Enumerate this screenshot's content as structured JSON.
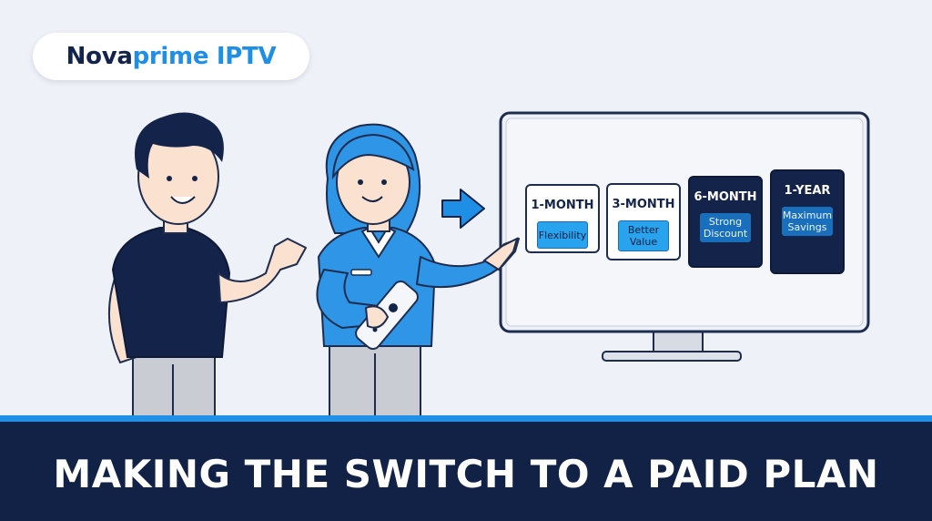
{
  "brand": {
    "name_part1": "Nova",
    "name_part2": "prime IPTV"
  },
  "plans": [
    {
      "title": "1-MONTH",
      "badge": "Flexibility",
      "style": "light"
    },
    {
      "title": "3-MONTH",
      "badge": "Better Value",
      "style": "light"
    },
    {
      "title": "6-MONTH",
      "badge": "Strong Discount",
      "style": "dark"
    },
    {
      "title": "1-YEAR",
      "badge": "Maximum Savings",
      "style": "dark"
    }
  ],
  "banner": {
    "text": "MAKING THE SWITCH TO A PAID PLAN"
  },
  "colors": {
    "navy": "#14234a",
    "accent": "#1f8fe5",
    "background": "#eef1f7"
  }
}
